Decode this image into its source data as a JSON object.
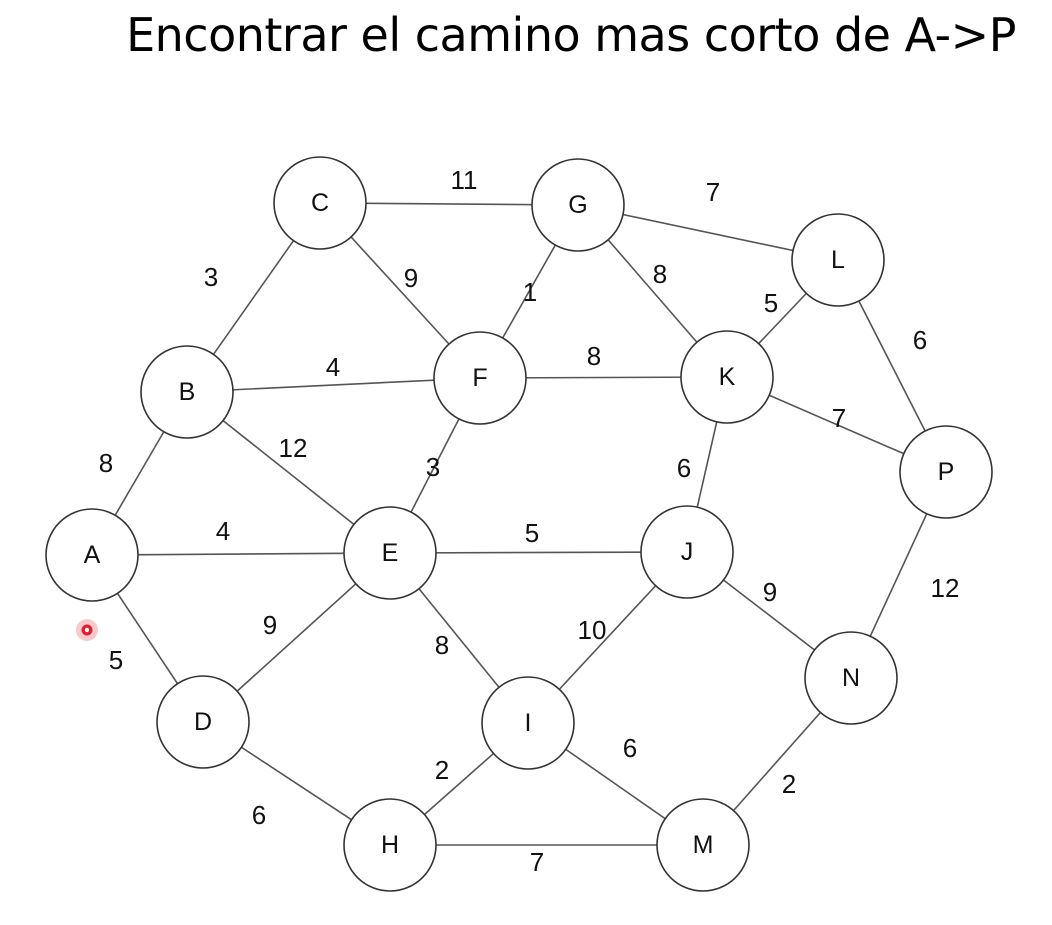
{
  "title": "Encontrar el camino mas corto de A->P",
  "graph": {
    "nodes": [
      "A",
      "B",
      "C",
      "D",
      "E",
      "F",
      "G",
      "H",
      "I",
      "J",
      "K",
      "L",
      "M",
      "N",
      "P"
    ],
    "edges": [
      {
        "from": "A",
        "to": "B",
        "weight": "8"
      },
      {
        "from": "A",
        "to": "E",
        "weight": "4"
      },
      {
        "from": "A",
        "to": "D",
        "weight": "5"
      },
      {
        "from": "B",
        "to": "C",
        "weight": "3"
      },
      {
        "from": "B",
        "to": "F",
        "weight": "4"
      },
      {
        "from": "B",
        "to": "E",
        "weight": "12"
      },
      {
        "from": "C",
        "to": "G",
        "weight": "11"
      },
      {
        "from": "C",
        "to": "F",
        "weight": "9"
      },
      {
        "from": "G",
        "to": "F",
        "weight": "1"
      },
      {
        "from": "G",
        "to": "K",
        "weight": "8"
      },
      {
        "from": "G",
        "to": "L",
        "weight": "7"
      },
      {
        "from": "F",
        "to": "K",
        "weight": "8"
      },
      {
        "from": "F",
        "to": "E",
        "weight": "3"
      },
      {
        "from": "L",
        "to": "K",
        "weight": "5"
      },
      {
        "from": "L",
        "to": "P",
        "weight": "6"
      },
      {
        "from": "K",
        "to": "P",
        "weight": "7"
      },
      {
        "from": "K",
        "to": "J",
        "weight": "6"
      },
      {
        "from": "E",
        "to": "J",
        "weight": "5"
      },
      {
        "from": "E",
        "to": "D",
        "weight": "9"
      },
      {
        "from": "E",
        "to": "I",
        "weight": "8"
      },
      {
        "from": "J",
        "to": "I",
        "weight": "10"
      },
      {
        "from": "J",
        "to": "N",
        "weight": "9"
      },
      {
        "from": "P",
        "to": "N",
        "weight": "12"
      },
      {
        "from": "D",
        "to": "H",
        "weight": "6"
      },
      {
        "from": "I",
        "to": "H",
        "weight": "2"
      },
      {
        "from": "I",
        "to": "M",
        "weight": "6"
      },
      {
        "from": "H",
        "to": "M",
        "weight": "7"
      },
      {
        "from": "N",
        "to": "M",
        "weight": "2"
      }
    ]
  }
}
